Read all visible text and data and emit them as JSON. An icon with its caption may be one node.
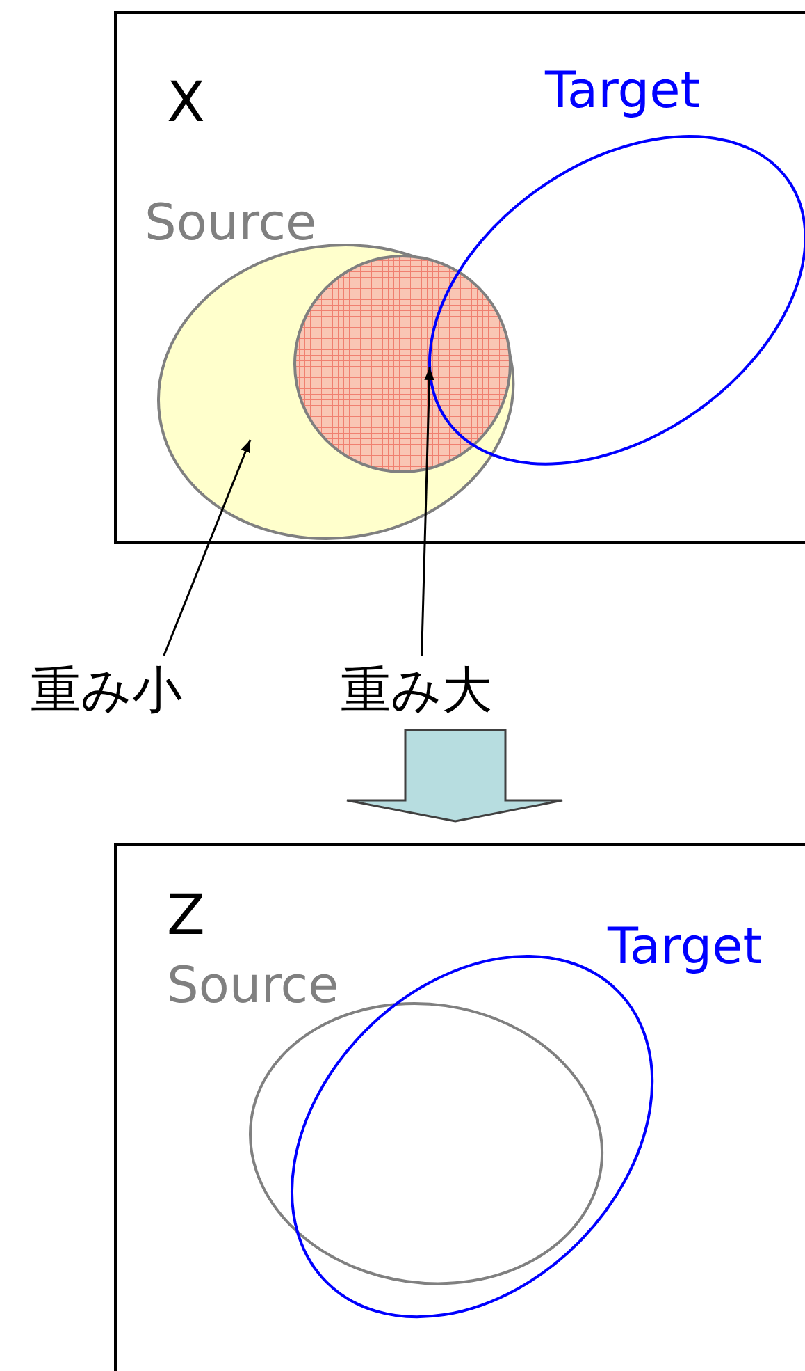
{
  "diagram": {
    "nodes": [
      {
        "text": [
          "X"
        ]
      },
      {
        "text": [
          "Source"
        ],
        "in": 0
      },
      {
        "text": [
          "Target"
        ],
        "in": 0
      },
      {
        "text": [],
        "shape": "circle",
        "in": 1
      },
      {
        "text": [
          "重み小"
        ]
      },
      {
        "text": [
          "重み大"
        ]
      },
      {
        "text": [
          "Z"
        ]
      },
      {
        "text": [
          "Source"
        ],
        "in": 6
      },
      {
        "text": [
          "Target"
        ],
        "in": 6
      }
    ],
    "edges": [
      {
        "from": 4,
        "to": 1,
        "arrow": "to"
      },
      {
        "from": 5,
        "to": 3,
        "arrow": "to"
      },
      {
        "from": 5,
        "to": 6,
        "arrow": "to",
        "style": "thick"
      }
    ]
  }
}
